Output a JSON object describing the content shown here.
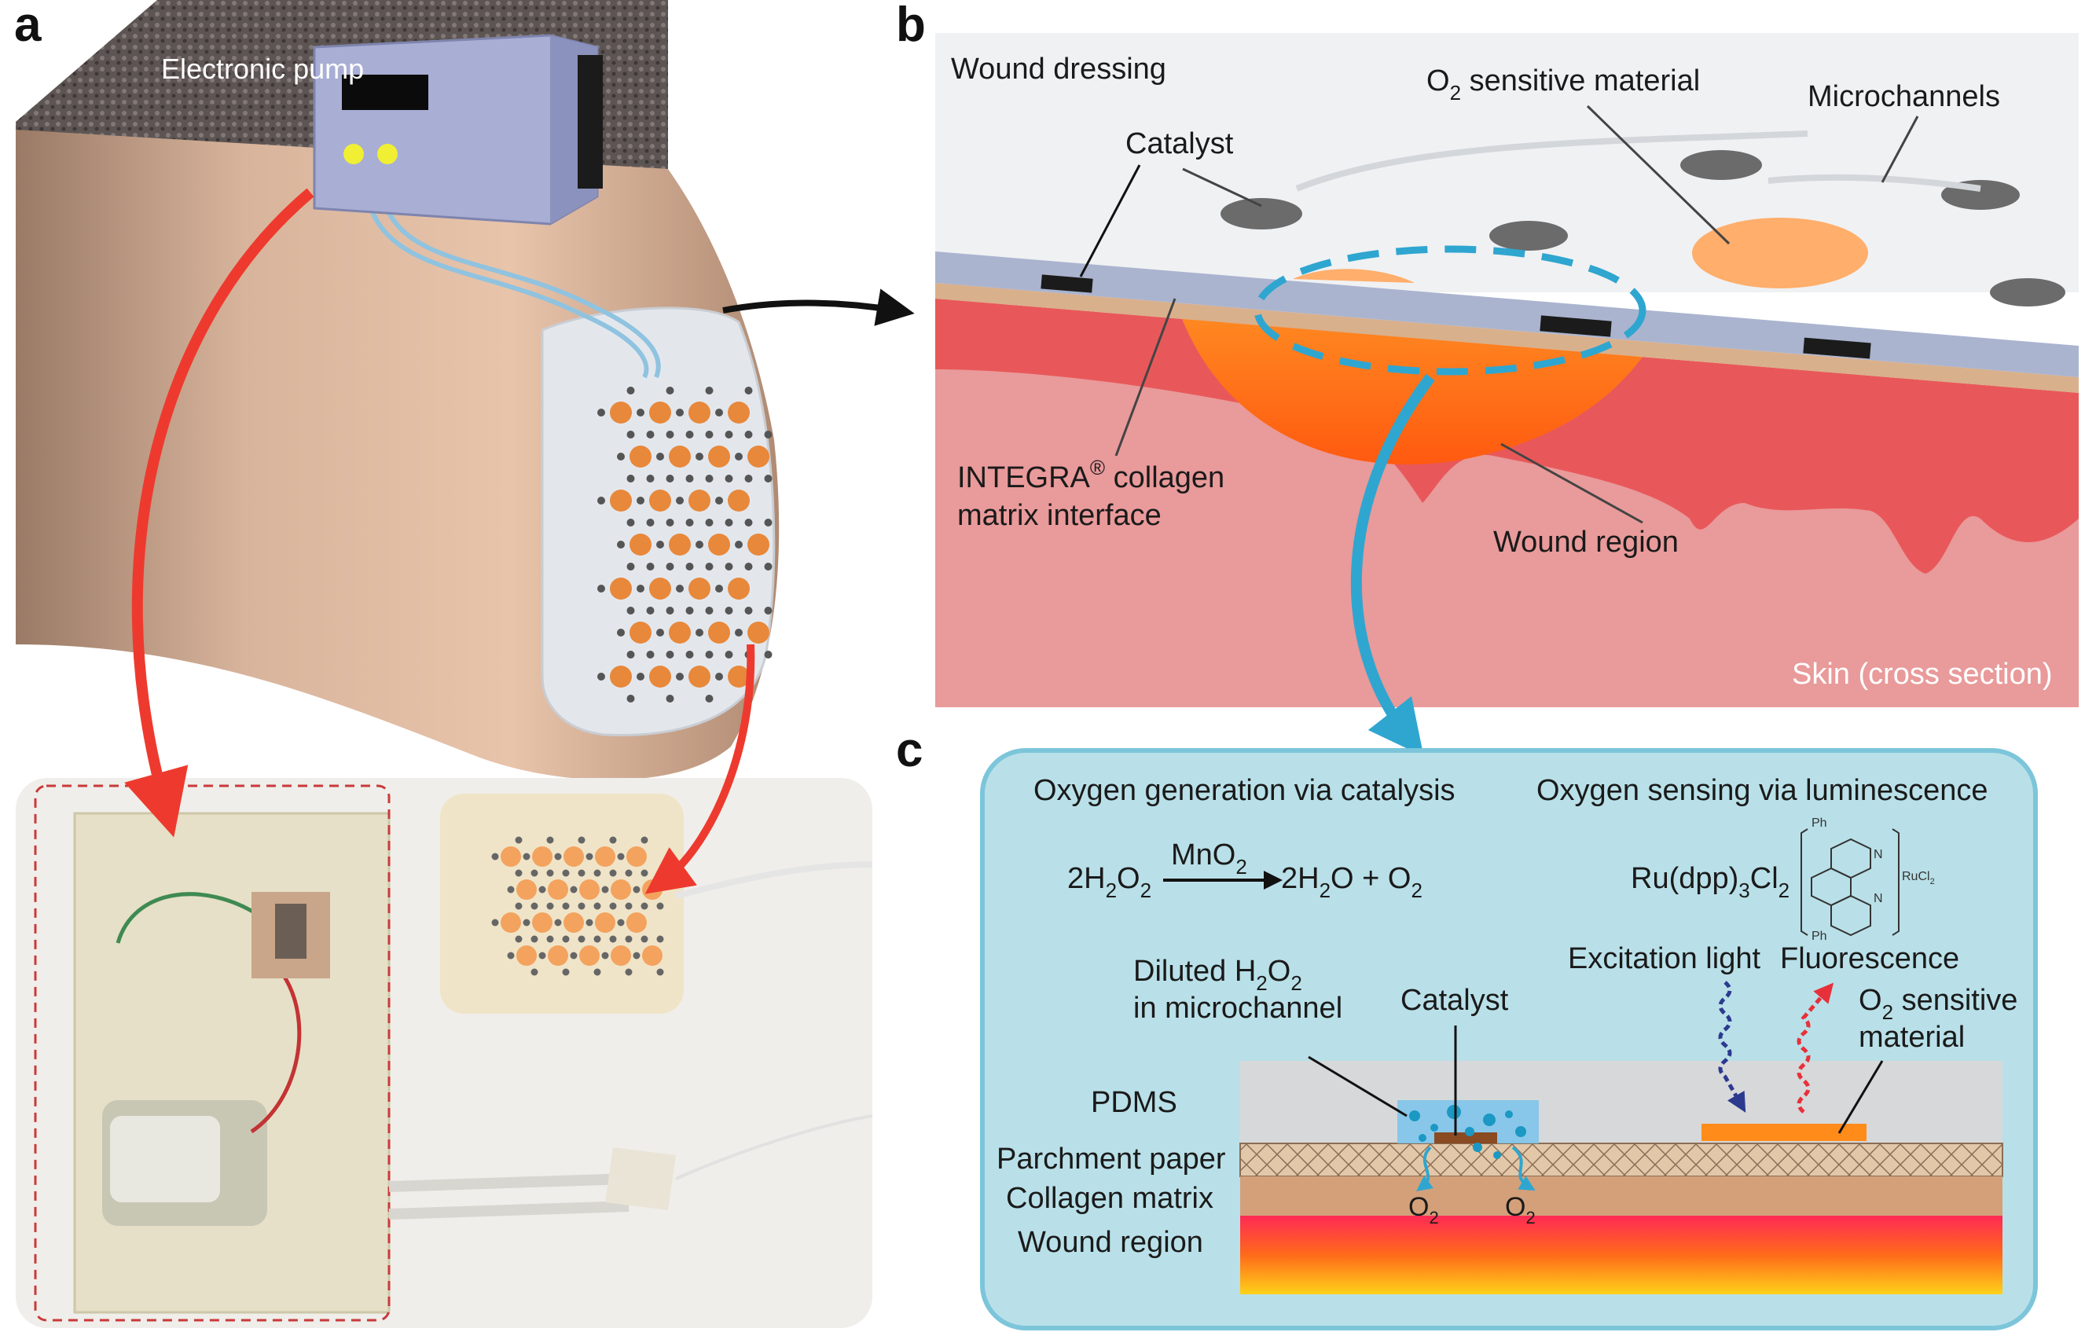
{
  "panels": {
    "a": {
      "letter": "a",
      "pump_label": "Electronic pump"
    },
    "b": {
      "letter": "b",
      "wound_dressing": "Wound dressing",
      "o2_material": "O",
      "o2_material_sub": "2",
      "o2_material_rest": " sensitive material",
      "microchannels": "Microchannels",
      "catalyst": "Catalyst",
      "integra_line1": "INTEGRA",
      "integra_sup": "®",
      "integra_line1_rest": " collagen",
      "integra_line2": "matrix interface",
      "wound_region": "Wound region",
      "skin": "Skin (cross section)"
    },
    "c": {
      "letter": "c",
      "catalysis_title": "Oxygen generation via catalysis",
      "sensing_title": "Oxygen sensing via luminescence",
      "eq_left": "2H",
      "eq_left_sub": "2",
      "eq_left_o": "O",
      "eq_left_sub2": "2",
      "catalyst_formula": "MnO",
      "catalyst_formula_sub": "2",
      "eq_right": "2H",
      "eq_right_sub": "2",
      "eq_right_o": "O + O",
      "eq_right_sub2": "2",
      "ru_complex": "Ru(dpp)",
      "ru_sub": "3",
      "ru_cl": "Cl",
      "ru_cl_sub": "2",
      "ph_top": "Ph",
      "ph_bottom": "Ph",
      "ru_small": "RuCl",
      "ru_small_sub": "2",
      "n_top": "N",
      "n_bottom": "N",
      "excitation": "Excitation light",
      "fluorescence": "Fluorescence",
      "diluted_line1": "Diluted H",
      "diluted_sub1": "2",
      "diluted_o": "O",
      "diluted_sub2": "2",
      "diluted_line2": "in microchannel",
      "catalyst_label": "Catalyst",
      "o2_sens_line1": "O",
      "o2_sens_sub": "2",
      "o2_sens_rest": " sensitive",
      "o2_sens_line2": "material",
      "pdms": "PDMS",
      "parchment": "Parchment paper",
      "collagen": "Collagen matrix",
      "wound": "Wound region",
      "o2_out_1": "O",
      "o2_out_1_sub": "2",
      "o2_out_2": "O",
      "o2_out_2_sub": "2"
    }
  },
  "colors": {
    "red_arrow": "#ee3a2e",
    "blue_arrow": "#2fa6d0",
    "panel_c_bg": "#b9e0e8",
    "panel_c_border": "#7cc5da",
    "skin_pink": "#e99a9a",
    "skin_red": "#e8585a",
    "wound_orange": "#ff6a1a",
    "orange_dot": "#e8883a",
    "dressing_blue": "#aab4cf"
  }
}
